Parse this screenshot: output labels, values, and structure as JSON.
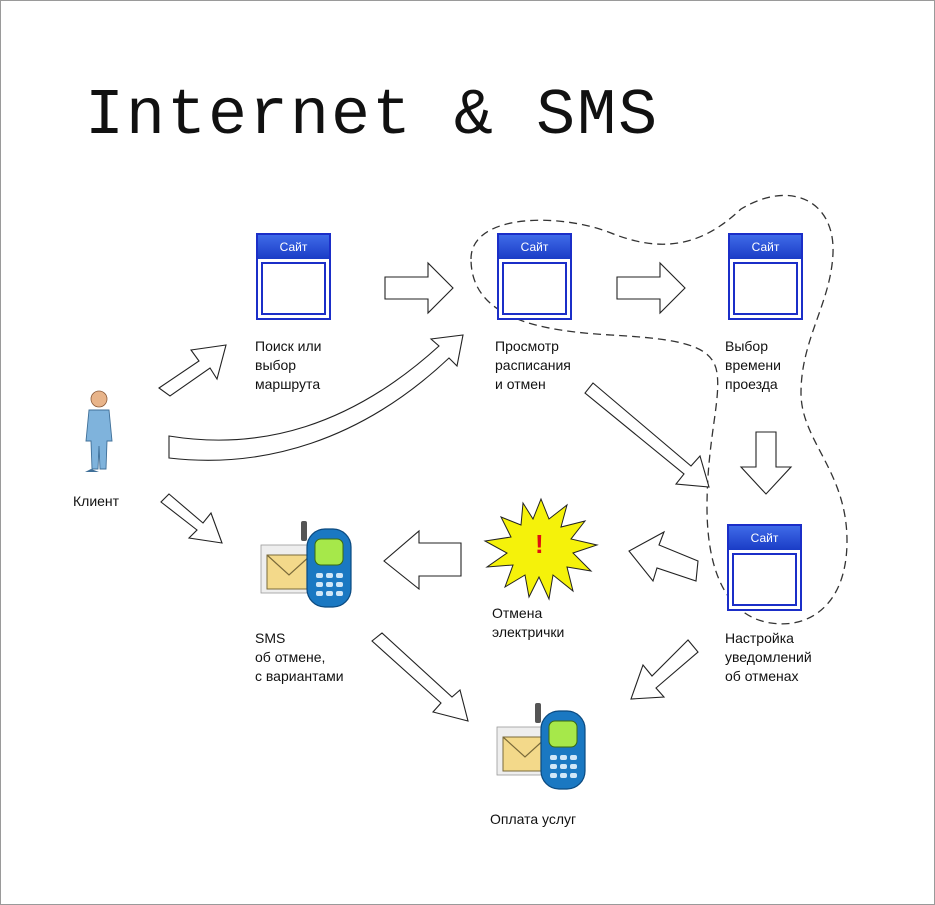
{
  "title": "Internet & SMS",
  "site_label": "Сайт",
  "labels": {
    "client": "Клиент",
    "search": "Поиск или\nвыбор\nмаршрута",
    "schedule": "Просмотр\nрасписания\nи отмен",
    "time": "Выбор\nвремени\nпроезда",
    "notify": "Настройка\nуведомлений\nоб отменах",
    "cancel": "Отмена\nэлектрички",
    "sms": "SMS\nоб отмене,\nс вариантами",
    "pay": "Оплата услуг"
  },
  "alert_mark": "!",
  "colors": {
    "site_border": "#1b2ec8",
    "site_header": "#2a4fd8",
    "burst_fill": "#f5f20a",
    "alert_mark": "#e01010",
    "phone_body": "#1a78c2",
    "phone_screen": "#a6e84a",
    "envelope": "#f3d98a",
    "person": "#7fb3dc"
  },
  "icons": [
    "person-icon",
    "site-window-icon",
    "phone-sms-icon",
    "alert-burst-icon",
    "arrow-icon"
  ]
}
